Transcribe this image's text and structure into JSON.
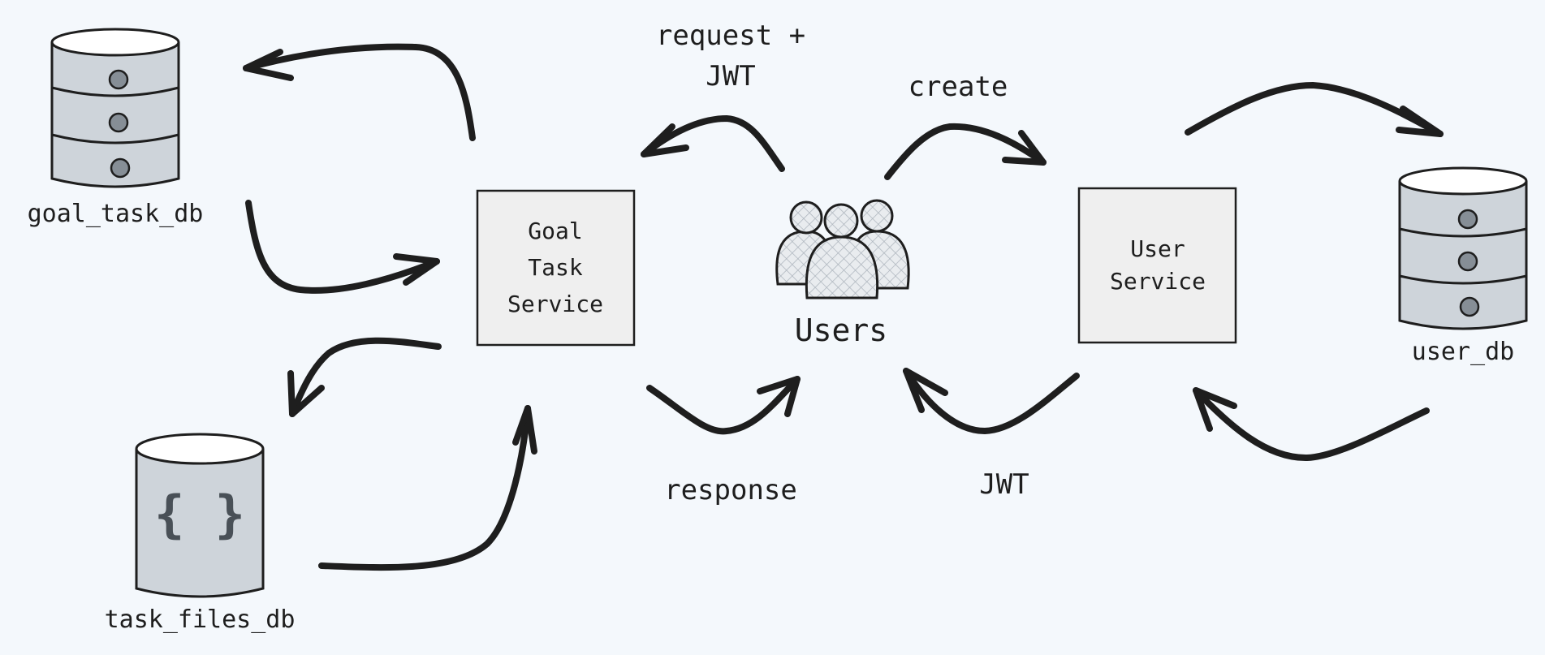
{
  "colors": {
    "background": "#f4f8fc",
    "ink": "#1e1e1e",
    "db_fill": "#ced4da",
    "db_top": "#ffffff",
    "service_fill": "#efefef",
    "users_fill": "#e9ecef",
    "dot_fill": "#868e96"
  },
  "nodes": {
    "goal_task_db": {
      "label": "goal_task_db",
      "icon": "database-icon"
    },
    "task_files_db": {
      "label": "task_files_db",
      "icon": "json-database-icon",
      "glyph": "{ }"
    },
    "user_db": {
      "label": "user_db",
      "icon": "database-icon"
    },
    "goal_task_service": {
      "lines": [
        "Goal",
        "Task",
        "Service"
      ]
    },
    "user_service": {
      "lines": [
        "User",
        "Service"
      ]
    },
    "users": {
      "label": "Users",
      "icon": "users-icon"
    }
  },
  "edges": {
    "request": [
      "request +",
      "JWT"
    ],
    "create": "create",
    "response": "response",
    "jwt": "JWT"
  }
}
